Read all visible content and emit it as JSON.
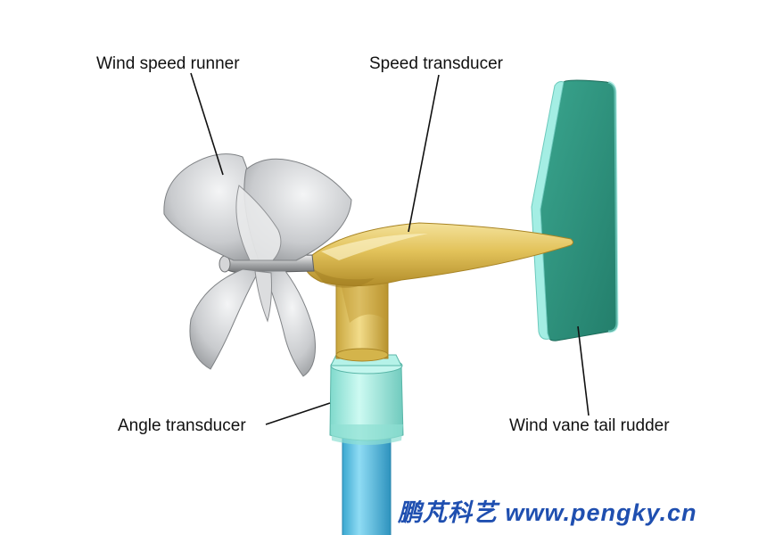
{
  "labels": {
    "wind_speed_runner": "Wind speed runner",
    "speed_transducer": "Speed transducer",
    "angle_transducer": "Angle transducer",
    "wind_vane_tail_rudder": "Wind vane tail rudder"
  },
  "watermark": {
    "text": "鹏芃科艺 www.pengky.cn"
  },
  "colors": {
    "pole": "#5bc4e6",
    "bearing_housing": "#a8efe4",
    "body": "#e5c866",
    "tail": "#2f9a84",
    "tail_edge": "#9aeae0",
    "blades": "#cdcfd2",
    "watermark": "#1f4fb0"
  }
}
